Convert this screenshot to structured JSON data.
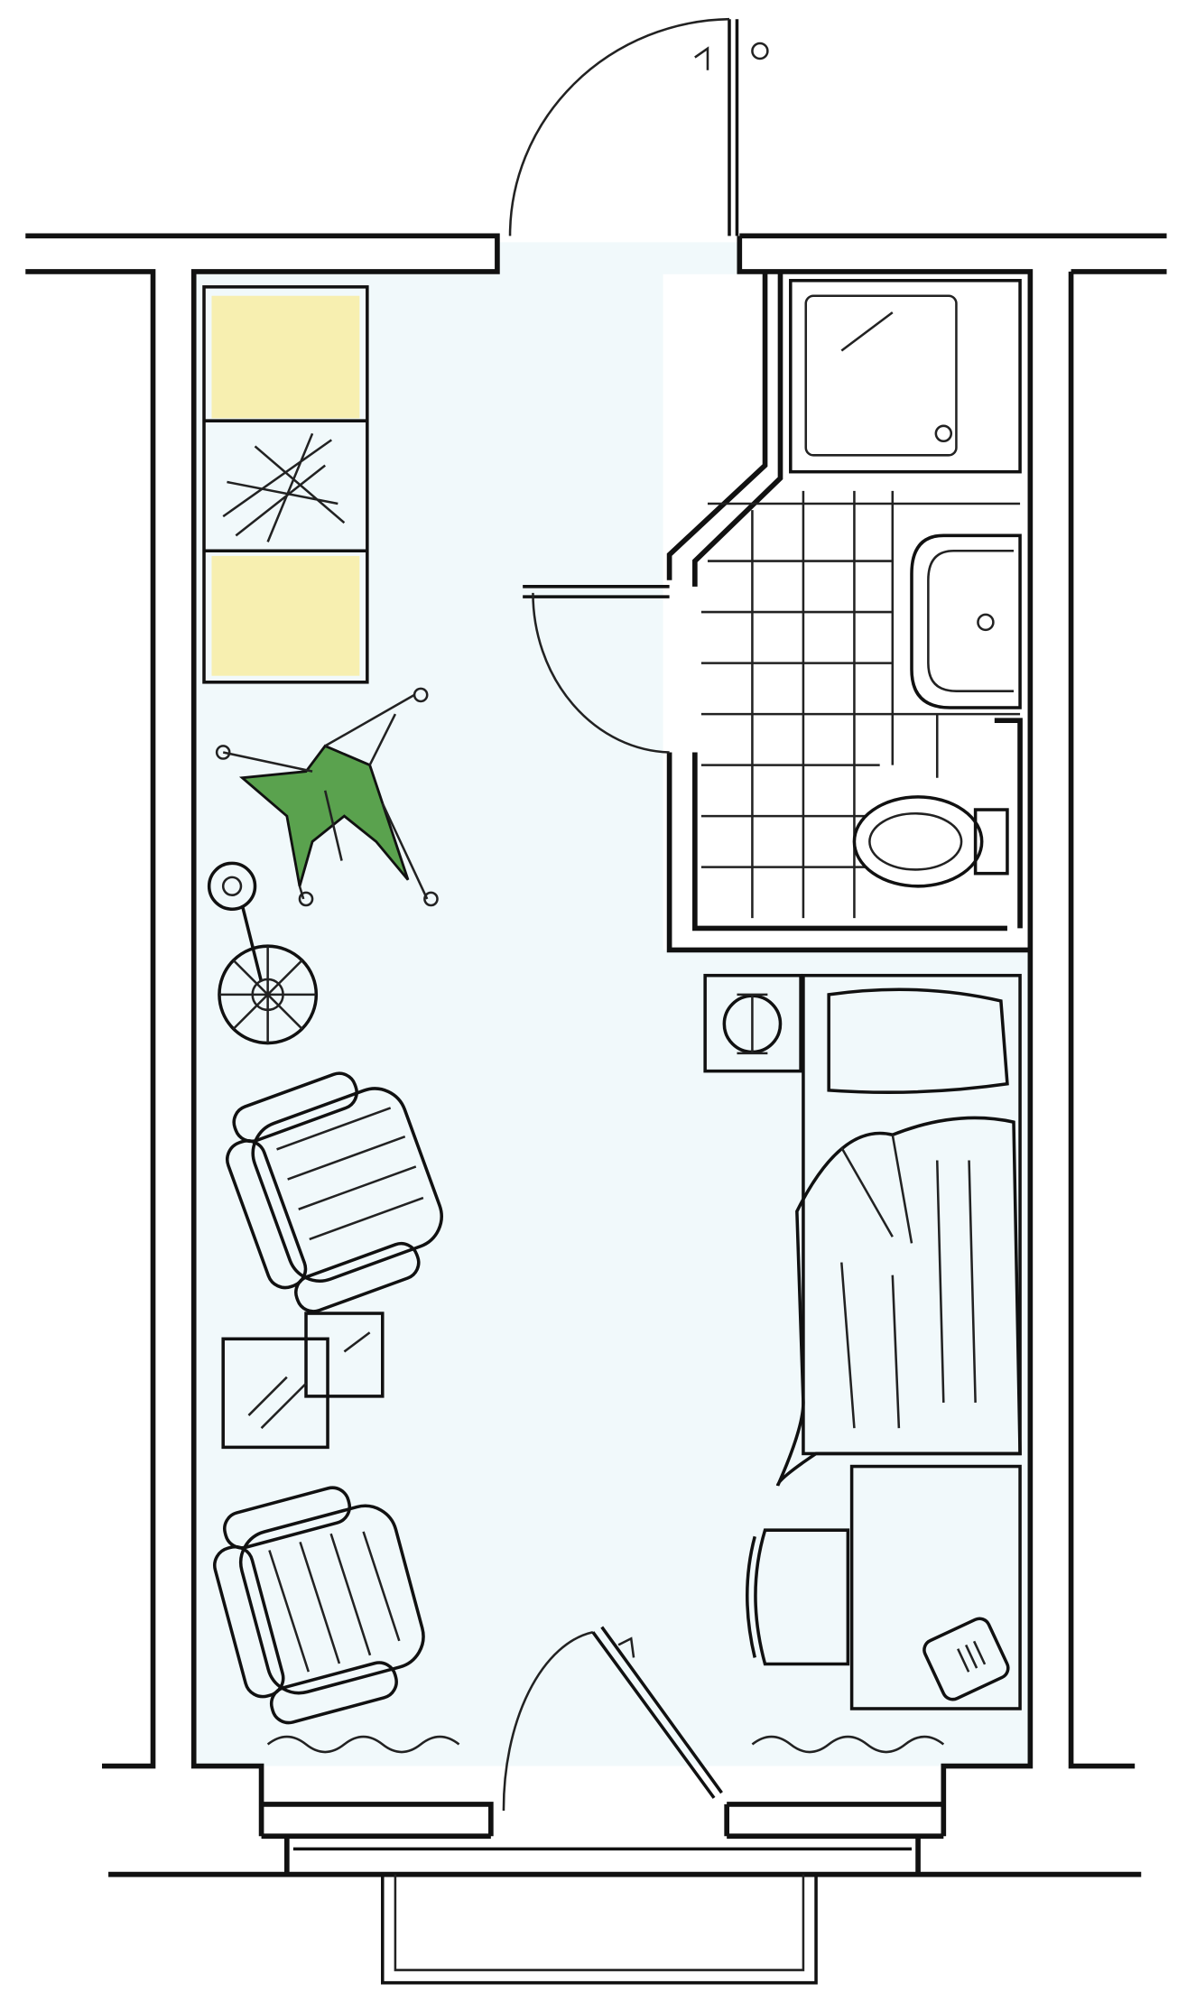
{
  "colors": {
    "floor_tint": "#e6f4f8",
    "furniture_yellow": "#f7efb0",
    "armchair_yellow": "#f3ea8c",
    "plant_green": "#5aa24e",
    "line": "#111111",
    "background": "#ffffff"
  },
  "plan": {
    "rooms": [
      "main-room",
      "bathroom",
      "balcony"
    ]
  }
}
